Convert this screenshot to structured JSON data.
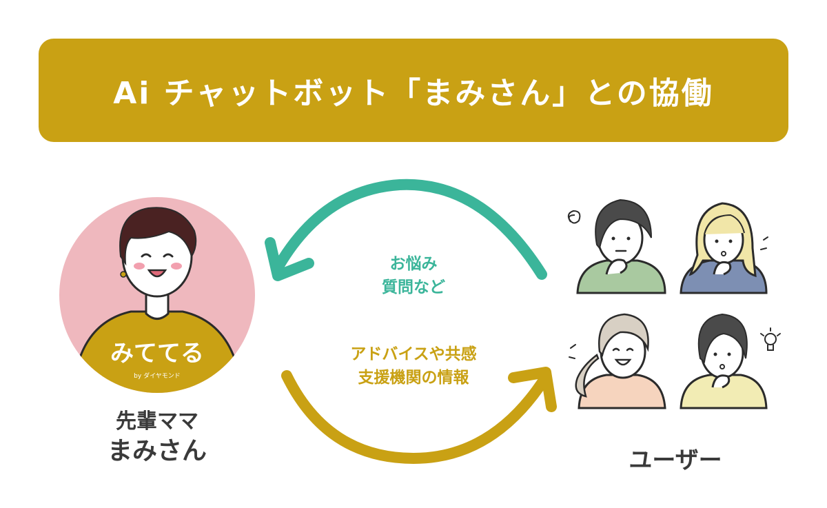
{
  "title": "Ai チャットボット「まみさん」との協働",
  "shirt_logo_text": "みててる",
  "shirt_logo_subtext": "by ダイヤモンド",
  "mentor": {
    "line1": "先輩ママ",
    "line2": "まみさん"
  },
  "users_label": "ユーザー",
  "arrow_top": {
    "line1": "お悩み",
    "line2": "質問など"
  },
  "arrow_bottom": {
    "line1": "アドバイスや共感",
    "line2": "支援機関の情報"
  },
  "colors": {
    "banner": "#C9A114",
    "green_arrow": "#3BB59A",
    "gold_arrow": "#C9A114",
    "avatar_bg": "#EFB8BE"
  }
}
